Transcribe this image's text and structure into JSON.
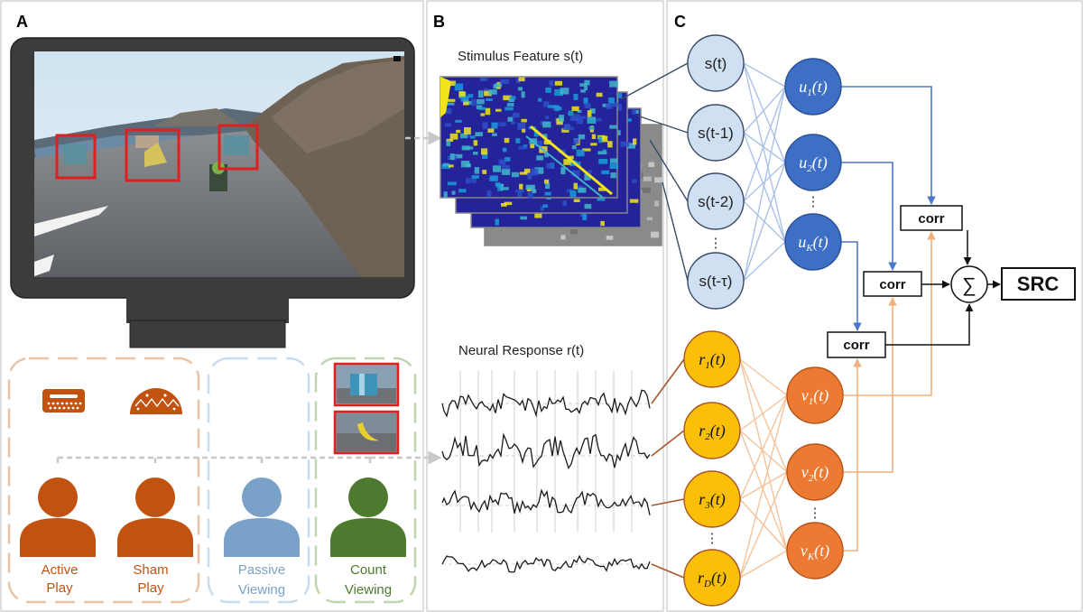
{
  "panels": {
    "a": "A",
    "b": "B",
    "c": "C"
  },
  "conditions": {
    "active": [
      "Active",
      "Play"
    ],
    "sham": [
      "Sham",
      "Play"
    ],
    "passive": [
      "Passive",
      "Viewing"
    ],
    "count": [
      "Count",
      "Viewing"
    ]
  },
  "stimulus_title": "Stimulus Feature s(t)",
  "neural_title": "Neural Response r(t)",
  "s_nodes": [
    "s(t)",
    "s(t-1)",
    "s(t-2)",
    "s(t-τ)"
  ],
  "u_nodes": [
    [
      "u",
      "1",
      "(t)"
    ],
    [
      "u",
      "2",
      "(t)"
    ],
    [
      "u",
      "K",
      "(t)"
    ]
  ],
  "r_nodes": [
    [
      "r",
      "1",
      "(t)"
    ],
    [
      "r",
      "2",
      "(t)"
    ],
    [
      "r",
      "3",
      "(t)"
    ],
    [
      "r",
      "D",
      "(t)"
    ]
  ],
  "v_nodes": [
    [
      "v",
      "1",
      "(t)"
    ],
    [
      "v",
      "2",
      "(t)"
    ],
    [
      "v",
      "K",
      "(t)"
    ]
  ],
  "ellipsis": "⋮",
  "corr_label": "corr",
  "sum_symbol": "∑",
  "output_label": "SRC",
  "colors": {
    "s_fill": "#cfe0f3",
    "u_fill": "#3d6fc4",
    "r_fill": "#fbbf08",
    "v_fill": "#ec7a32",
    "blue_line": "#4a78c8",
    "orange_line": "#f2b07a",
    "active": "#c1520f",
    "passive": "#7aa1c8",
    "count": "#4e7a2f"
  }
}
